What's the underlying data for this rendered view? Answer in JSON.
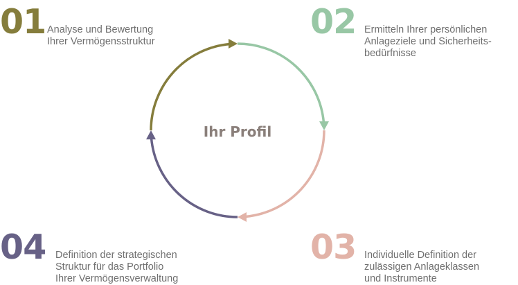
{
  "center_label": "Ihr Profil",
  "colors": {
    "step1": "#857d3c",
    "step2": "#98c7a5",
    "step3": "#e2b3a8",
    "step4": "#676186",
    "text": "#6f6f6f",
    "center": "#8a7f7a"
  },
  "steps": [
    {
      "number": "01",
      "lines": [
        "Analyse und Bewertung",
        "Ihrer Vermögensstruktur"
      ]
    },
    {
      "number": "02",
      "lines": [
        "Ermitteln Ihrer persönlichen",
        "Anlageziele und Sicherheits-",
        "bedürfnisse"
      ]
    },
    {
      "number": "03",
      "lines": [
        "Individuelle Definition der",
        "zulässigen Anlageklassen",
        "und Instrumente"
      ]
    },
    {
      "number": "04",
      "lines": [
        "Definition der strategischen",
        "Struktur für das Portfolio",
        "Ihrer Vermögensverwaltung"
      ]
    }
  ]
}
